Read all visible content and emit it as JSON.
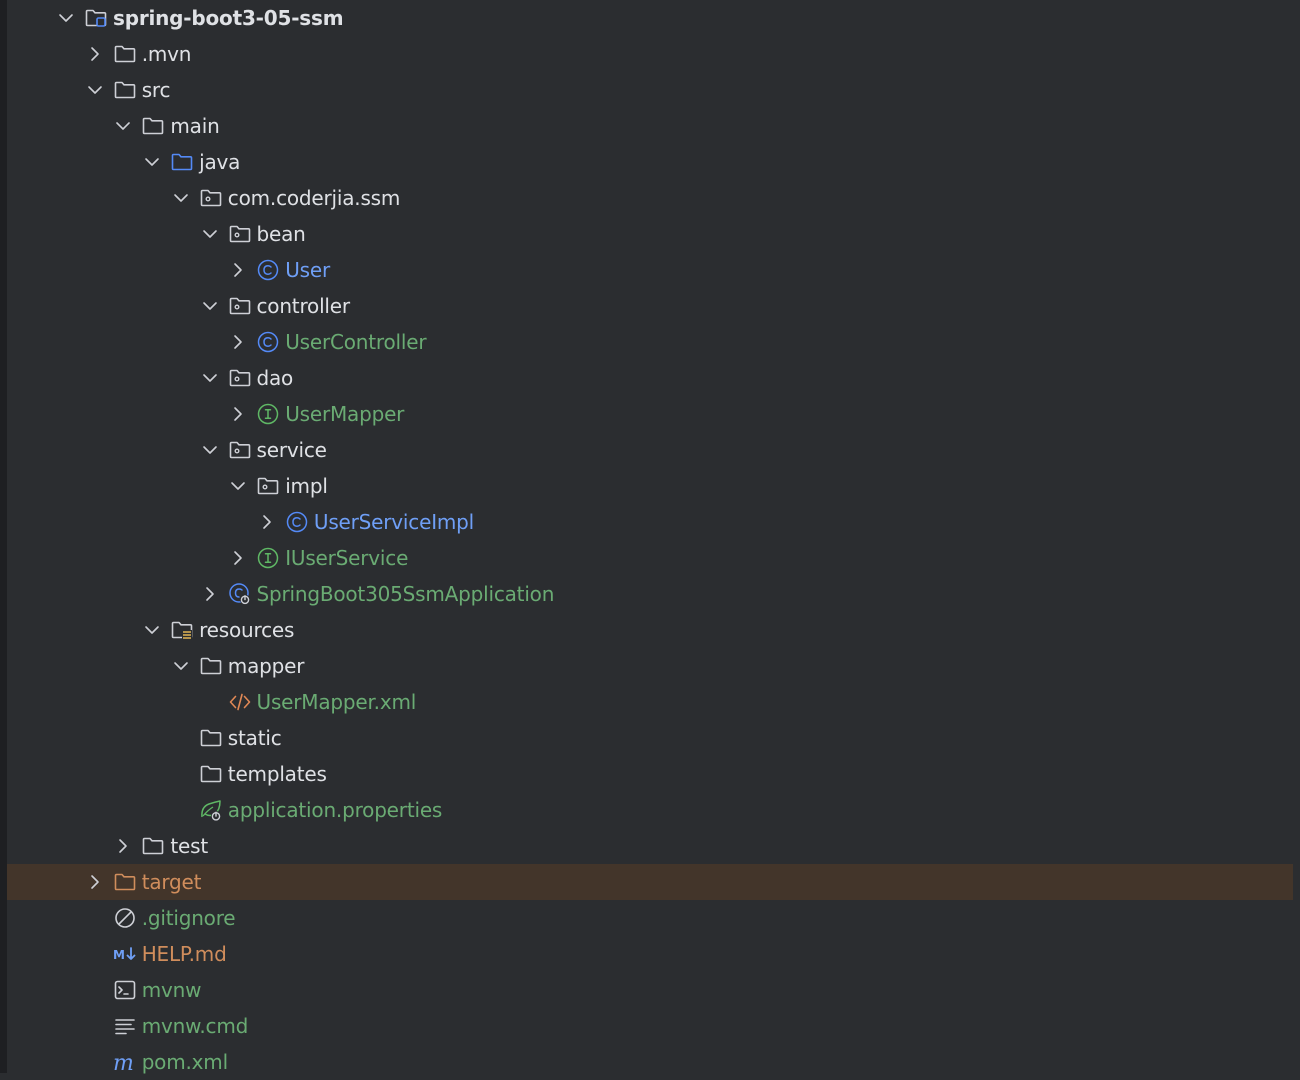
{
  "project_tree": {
    "items": [
      {
        "label": "spring-boot3-05-ssm",
        "depth": 0,
        "expand": "open",
        "icon": "module-folder-icon",
        "color": "default",
        "bold": true
      },
      {
        "label": ".mvn",
        "depth": 1,
        "expand": "closed",
        "icon": "folder-icon",
        "color": "default"
      },
      {
        "label": "src",
        "depth": 1,
        "expand": "open",
        "icon": "folder-icon",
        "color": "default"
      },
      {
        "label": "main",
        "depth": 2,
        "expand": "open",
        "icon": "folder-icon",
        "color": "default"
      },
      {
        "label": "java",
        "depth": 3,
        "expand": "open",
        "icon": "source-folder-icon",
        "color": "default"
      },
      {
        "label": "com.coderjia.ssm",
        "depth": 4,
        "expand": "open",
        "icon": "package-icon",
        "color": "default"
      },
      {
        "label": "bean",
        "depth": 5,
        "expand": "open",
        "icon": "package-icon",
        "color": "default"
      },
      {
        "label": "User",
        "depth": 6,
        "expand": "closed",
        "icon": "class-icon",
        "color": "blue"
      },
      {
        "label": "controller",
        "depth": 5,
        "expand": "open",
        "icon": "package-icon",
        "color": "default"
      },
      {
        "label": "UserController",
        "depth": 6,
        "expand": "closed",
        "icon": "class-icon",
        "color": "green"
      },
      {
        "label": "dao",
        "depth": 5,
        "expand": "open",
        "icon": "package-icon",
        "color": "default"
      },
      {
        "label": "UserMapper",
        "depth": 6,
        "expand": "closed",
        "icon": "interface-icon",
        "color": "green"
      },
      {
        "label": "service",
        "depth": 5,
        "expand": "open",
        "icon": "package-icon",
        "color": "default"
      },
      {
        "label": "impl",
        "depth": 6,
        "expand": "open",
        "icon": "package-icon",
        "color": "default"
      },
      {
        "label": "UserServiceImpl",
        "depth": 7,
        "expand": "closed",
        "icon": "class-icon",
        "color": "blue"
      },
      {
        "label": "IUserService",
        "depth": 6,
        "expand": "closed",
        "icon": "interface-icon",
        "color": "green"
      },
      {
        "label": "SpringBoot305SsmApplication",
        "depth": 5,
        "expand": "closed",
        "icon": "spring-boot-class-icon",
        "color": "green"
      },
      {
        "label": "resources",
        "depth": 3,
        "expand": "open",
        "icon": "resources-folder-icon",
        "color": "default"
      },
      {
        "label": "mapper",
        "depth": 4,
        "expand": "open",
        "icon": "folder-icon",
        "color": "default"
      },
      {
        "label": "UserMapper.xml",
        "depth": 5,
        "expand": "none",
        "icon": "xml-file-icon",
        "color": "green"
      },
      {
        "label": "static",
        "depth": 4,
        "expand": "none",
        "icon": "folder-icon",
        "color": "default"
      },
      {
        "label": "templates",
        "depth": 4,
        "expand": "none",
        "icon": "folder-icon",
        "color": "default"
      },
      {
        "label": "application.properties",
        "depth": 4,
        "expand": "none",
        "icon": "spring-properties-icon",
        "color": "green"
      },
      {
        "label": "test",
        "depth": 2,
        "expand": "closed",
        "icon": "folder-icon",
        "color": "default"
      },
      {
        "label": "target",
        "depth": 1,
        "expand": "closed",
        "icon": "excluded-folder-icon",
        "color": "orange",
        "selected": true
      },
      {
        "label": ".gitignore",
        "depth": 1,
        "expand": "none",
        "icon": "ignore-file-icon",
        "color": "green"
      },
      {
        "label": "HELP.md",
        "depth": 1,
        "expand": "none",
        "icon": "markdown-icon",
        "color": "orange"
      },
      {
        "label": "mvnw",
        "depth": 1,
        "expand": "none",
        "icon": "shell-script-icon",
        "color": "green"
      },
      {
        "label": "mvnw.cmd",
        "depth": 1,
        "expand": "none",
        "icon": "text-file-icon",
        "color": "green"
      },
      {
        "label": "pom.xml",
        "depth": 1,
        "expand": "none",
        "icon": "maven-icon",
        "color": "green"
      }
    ]
  }
}
